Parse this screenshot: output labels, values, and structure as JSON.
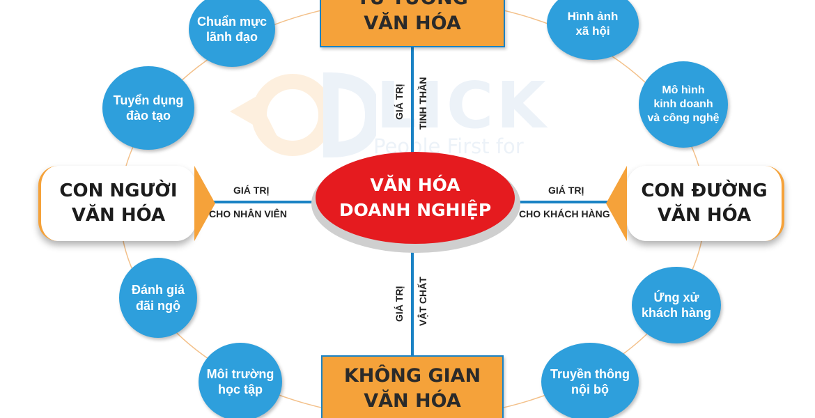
{
  "center": {
    "label": "VĂN HÓA\nDOANH NGHIỆP"
  },
  "boxes": {
    "top": "TƯ TƯỞNG\nVĂN HÓA",
    "bottom": "KHÔNG GIAN\nVĂN HÓA",
    "left": "CON NGƯỜI\nVĂN HÓA",
    "right": "CON ĐƯỜNG\nVĂN HÓA"
  },
  "connectors": {
    "top": [
      "GIÁ TRỊ",
      "TINH THẦN"
    ],
    "bottom": [
      "GIÁ TRỊ",
      "VẬT CHẤT"
    ],
    "left": [
      "GIÁ TRỊ",
      "CHO NHÂN VIÊN"
    ],
    "right": [
      "GIÁ TRỊ",
      "CHO KHÁCH HÀNG"
    ]
  },
  "bubbles": [
    "Chuẩn mực\nlãnh đạo",
    "Tuyển dụng\nđào tạo",
    "Đánh giá\nđãi ngộ",
    "Môi trường\nhọc tập",
    "Hình ảnh\nxã hội",
    "Mô hình\nkinh doanh\nvà công nghệ",
    "Ứng xử\nkhách hàng",
    "Truyền thông\nnội bộ"
  ],
  "watermark": {
    "brand": "LICK",
    "tagline": "People First for Business"
  },
  "colors": {
    "bubble": "#2e9fdc",
    "orange": "#f5a23a",
    "red": "#e51b1f",
    "line": "#1a82c4"
  }
}
